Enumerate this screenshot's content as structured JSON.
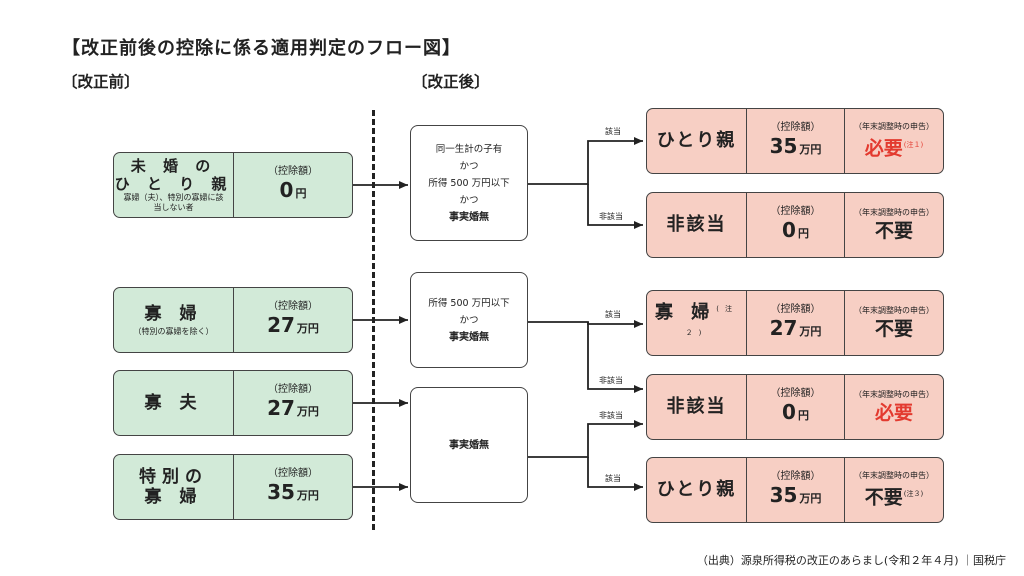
{
  "title": "【改正前後の控除に係る適用判定のフロー図】",
  "before_label": "〔改正前〕",
  "after_label": "〔改正後〕",
  "deduction_label": "（控除額）",
  "declaration_label": "（年末調整時の申告）",
  "yen_unit": "円",
  "man_yen_unit": "万円",
  "before_boxes": [
    {
      "name_line1": "未 婚 の",
      "name_line2": "ひ と り 親",
      "sub": "寡婦（夫）、特別の寡婦に該当しない者",
      "amount": "0",
      "unit": "円"
    },
    {
      "name_line1": "寡 婦",
      "sub": "（特別の寡婦を除く）",
      "amount": "27",
      "unit": "万円"
    },
    {
      "name_line1": "寡 夫",
      "amount": "27",
      "unit": "万円"
    },
    {
      "name_line1": "特別の",
      "name_line2": "寡 婦",
      "amount": "35",
      "unit": "万円"
    }
  ],
  "conditions": [
    {
      "lines": [
        "同一生計の子有",
        "かつ",
        "所得 500 万円以下",
        "かつ",
        "事実婚無"
      ]
    },
    {
      "lines": [
        "所得 500 万円以下",
        "かつ",
        "事実婚無"
      ]
    },
    {
      "lines": [
        "事実婚無"
      ]
    }
  ],
  "branch_labels": {
    "yes": "該当",
    "no": "非該当"
  },
  "after_boxes": [
    {
      "name": "ひとり親",
      "amount": "35",
      "unit": "万円",
      "declaration": "必要",
      "declaration_red": true,
      "note": "(注１)"
    },
    {
      "name": "非該当",
      "amount": "0",
      "unit": "円",
      "declaration": "不要",
      "declaration_red": false,
      "note": ""
    },
    {
      "name": "寡 婦",
      "name_note": "(注２)",
      "amount": "27",
      "unit": "万円",
      "declaration": "不要",
      "declaration_red": false,
      "note": ""
    },
    {
      "name": "非該当",
      "amount": "0",
      "unit": "円",
      "declaration": "必要",
      "declaration_red": true,
      "note": ""
    },
    {
      "name": "ひとり親",
      "amount": "35",
      "unit": "万円",
      "declaration": "不要",
      "declaration_red": false,
      "note": "(注３)"
    }
  ],
  "source": "（出典）源泉所得税の改正のあらまし(令和２年４月) ｜国税庁"
}
